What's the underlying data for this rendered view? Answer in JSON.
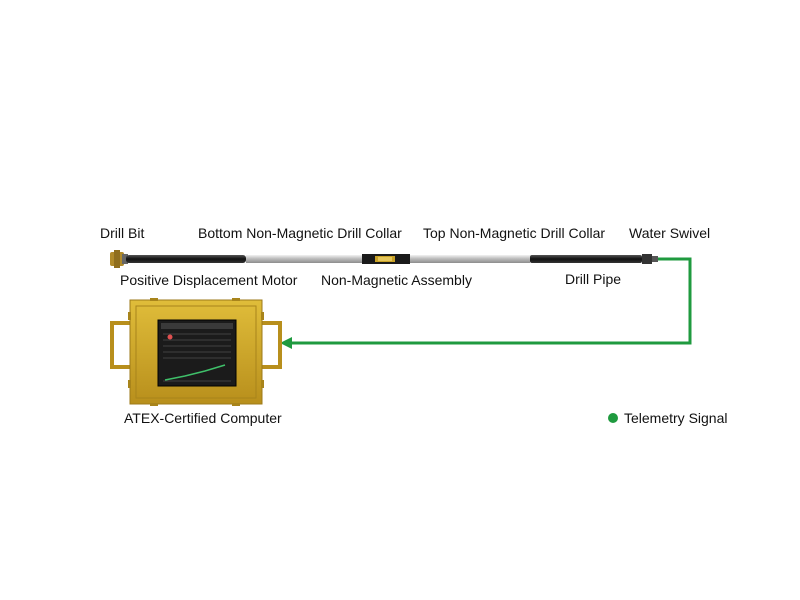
{
  "labels": {
    "drill_bit": "Drill Bit",
    "bottom_collar": "Bottom Non-Magnetic Drill Collar",
    "top_collar": "Top Non-Magnetic Drill Collar",
    "water_swivel": "Water Swivel",
    "pdm": "Positive Displacement Motor",
    "nm_assembly": "Non-Magnetic Assembly",
    "drill_pipe": "Drill Pipe",
    "computer": "ATEX-Certified Computer"
  },
  "legend": {
    "label": "Telemetry Signal",
    "color": "#1f9a3f"
  },
  "colors": {
    "enclosure": "#c9a227",
    "signal": "#1f9a3f"
  }
}
